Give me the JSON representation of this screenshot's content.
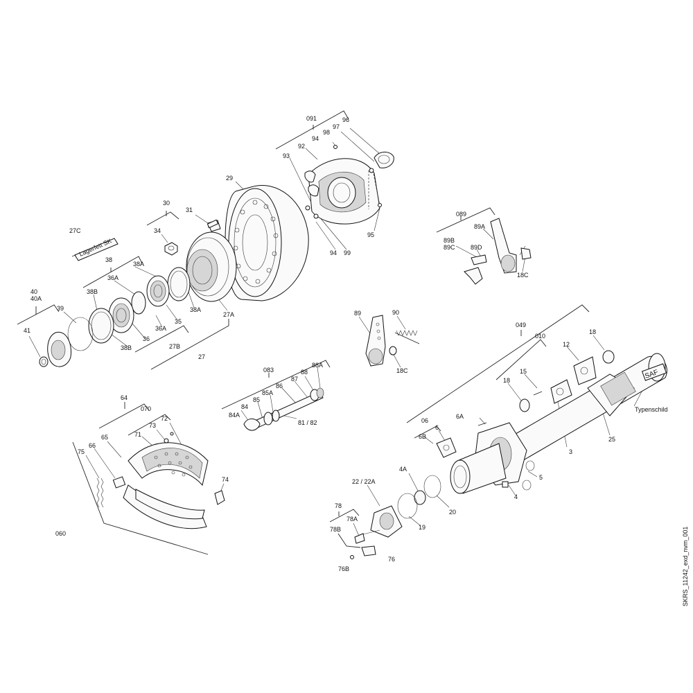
{
  "callouts": {
    "a091": "091",
    "a96": "96",
    "a97": "97",
    "a98": "98",
    "a94a": "94",
    "a92": "92",
    "a93": "93",
    "a29": "29",
    "a30": "30",
    "a31": "31",
    "a34": "34",
    "a27C": "27C",
    "a38": "38",
    "a38A": "38A",
    "a36A": "36A",
    "a38B": "38B",
    "a40": "40",
    "a40A": "40A",
    "a39": "39",
    "a41": "41",
    "a36Ab": "36A",
    "a35": "35",
    "a38Ab": "38A",
    "a27A": "27A",
    "a36": "36",
    "a38Bb": "38B",
    "a27B": "27B",
    "a27": "27",
    "a94b": "94",
    "a99": "99",
    "a95": "95",
    "a089": "089",
    "a89A": "89A",
    "a89B": "89B",
    "a89C": "89C",
    "a89D": "89D",
    "a18C": "18C",
    "a89": "89",
    "a90": "90",
    "a18Cb": "18C",
    "a049": "049",
    "a010": "010",
    "a12": "12",
    "a18": "18",
    "a15": "15",
    "a18b": "18",
    "a083": "083",
    "a88A": "88A",
    "a88": "88",
    "a87": "87",
    "a86": "86",
    "a85A": "85A",
    "a85": "85",
    "a84": "84",
    "a84A": "84A",
    "a8182": "81 / 82",
    "a64": "64",
    "a070": "070",
    "a73": "73",
    "a72": "72",
    "a71": "71",
    "a65": "65",
    "a66": "66",
    "a75": "75",
    "a74": "74",
    "a060": "060",
    "a06": "06",
    "a6A": "6A",
    "a6": "6",
    "a6B": "6B",
    "a3": "3",
    "a25": "25",
    "a5": "5",
    "a4": "4",
    "a4A": "4A",
    "a2222A": "22 / 22A",
    "a20": "20",
    "a19": "19",
    "a78": "78",
    "a78A": "78A",
    "a78B": "78B",
    "a76": "76",
    "a76B": "76B"
  },
  "texts": {
    "lagerfett": "Lagerfett SK",
    "saf": "SAF",
    "typenschild": "Typenschild",
    "drawing_id": "SKRS_11242_exd_nvm_001"
  }
}
